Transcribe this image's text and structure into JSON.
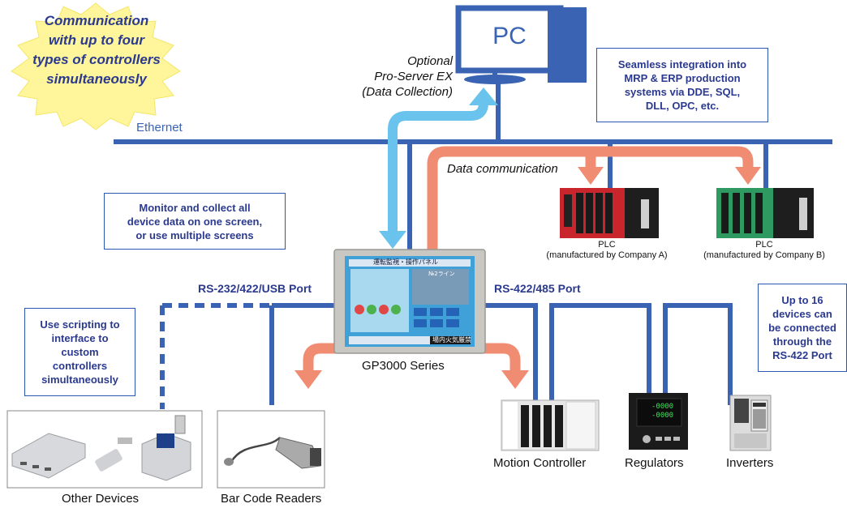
{
  "badge": {
    "lines": [
      "Communication",
      "with up to four",
      "types of controllers",
      "simultaneously"
    ]
  },
  "pc": {
    "label": "PC"
  },
  "optional": {
    "lines": [
      "Optional",
      "Pro-Server EX",
      "(Data Collection)"
    ]
  },
  "integration_box": {
    "lines": [
      "Seamless integration into",
      "MRP & ERP production",
      "systems via DDE, SQL,",
      "DLL, OPC, etc."
    ]
  },
  "ethernet_label": "Ethernet",
  "data_comm_label": "Data communication",
  "monitor_box": {
    "lines": [
      "Monitor and collect all",
      "device data on one screen,",
      "or use multiple screens"
    ]
  },
  "plc_a": {
    "title": "PLC",
    "maker": "(manufactured by Company A)"
  },
  "plc_b": {
    "title": "PLC",
    "maker": "(manufactured by Company B)"
  },
  "port_left": "RS-232/422/USB Port",
  "port_right": "RS-422/485 Port",
  "gp_label": "GP3000 Series",
  "hmi_screen": {
    "header": "運転監視・操作パネル",
    "sub": "№2ライン",
    "footer": "場内火気厳禁"
  },
  "scripting_box": {
    "lines": [
      "Use scripting to",
      "interface to",
      "custom",
      "controllers",
      "simultaneously"
    ]
  },
  "up16_box": {
    "lines": [
      "Up to 16",
      "devices can",
      "be connected",
      "through the",
      "RS-422 Port"
    ]
  },
  "devices": {
    "other": "Other Devices",
    "barcode": "Bar Code Readers",
    "motion": "Motion Controller",
    "regulators": "Regulators",
    "inverters": "Inverters"
  },
  "regulator_readout": {
    "line1": "-0000",
    "line2": "-0000"
  },
  "colors": {
    "bus": "#3a63b3",
    "accent_blue": "#6ac3ec",
    "salmon": "#f08c72",
    "text_blue": "#2b3a8f",
    "badge_yellow": "#fff59a"
  }
}
